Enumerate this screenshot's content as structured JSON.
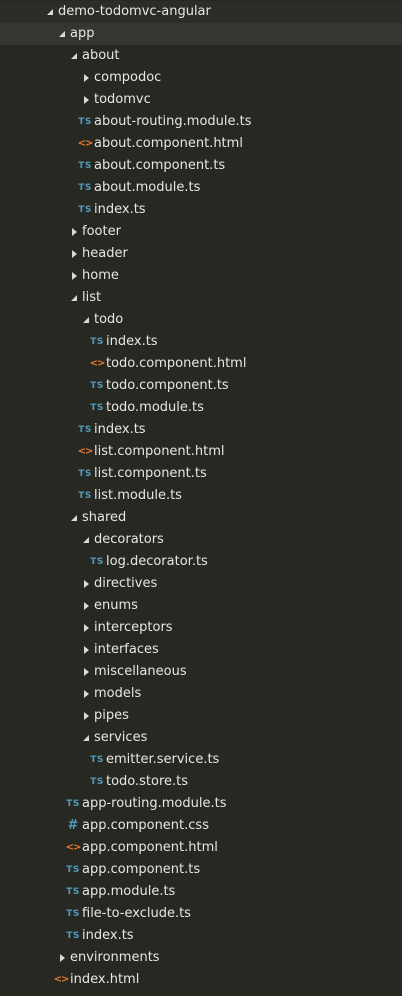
{
  "explorer": {
    "colors": {
      "background": "#272822",
      "text": "#e6e6e6",
      "ts_icon": "#519aba",
      "html_icon": "#e37933",
      "css_icon": "#519aba"
    },
    "items": [
      {
        "depth": 0,
        "type": "folder",
        "state": "open",
        "label": "demo-todomvc-angular",
        "root": true
      },
      {
        "depth": 1,
        "type": "folder",
        "state": "open",
        "label": "app",
        "highlight": true
      },
      {
        "depth": 2,
        "type": "folder",
        "state": "open",
        "label": "about"
      },
      {
        "depth": 3,
        "type": "folder",
        "state": "closed",
        "label": "compodoc"
      },
      {
        "depth": 3,
        "type": "folder",
        "state": "closed",
        "label": "todomvc"
      },
      {
        "depth": 3,
        "type": "ts",
        "icon_text": "TS",
        "label": "about-routing.module.ts"
      },
      {
        "depth": 3,
        "type": "html",
        "icon_text": "<>",
        "label": "about.component.html"
      },
      {
        "depth": 3,
        "type": "ts",
        "icon_text": "TS",
        "label": "about.component.ts"
      },
      {
        "depth": 3,
        "type": "ts",
        "icon_text": "TS",
        "label": "about.module.ts"
      },
      {
        "depth": 3,
        "type": "ts",
        "icon_text": "TS",
        "label": "index.ts"
      },
      {
        "depth": 2,
        "type": "folder",
        "state": "closed",
        "label": "footer"
      },
      {
        "depth": 2,
        "type": "folder",
        "state": "closed",
        "label": "header"
      },
      {
        "depth": 2,
        "type": "folder",
        "state": "closed",
        "label": "home"
      },
      {
        "depth": 2,
        "type": "folder",
        "state": "open",
        "label": "list"
      },
      {
        "depth": 3,
        "type": "folder",
        "state": "open",
        "label": "todo"
      },
      {
        "depth": 4,
        "type": "ts",
        "icon_text": "TS",
        "label": "index.ts"
      },
      {
        "depth": 4,
        "type": "html",
        "icon_text": "<>",
        "label": "todo.component.html"
      },
      {
        "depth": 4,
        "type": "ts",
        "icon_text": "TS",
        "label": "todo.component.ts"
      },
      {
        "depth": 4,
        "type": "ts",
        "icon_text": "TS",
        "label": "todo.module.ts"
      },
      {
        "depth": 3,
        "type": "ts",
        "icon_text": "TS",
        "label": "index.ts"
      },
      {
        "depth": 3,
        "type": "html",
        "icon_text": "<>",
        "label": "list.component.html"
      },
      {
        "depth": 3,
        "type": "ts",
        "icon_text": "TS",
        "label": "list.component.ts"
      },
      {
        "depth": 3,
        "type": "ts",
        "icon_text": "TS",
        "label": "list.module.ts"
      },
      {
        "depth": 2,
        "type": "folder",
        "state": "open",
        "label": "shared"
      },
      {
        "depth": 3,
        "type": "folder",
        "state": "open",
        "label": "decorators"
      },
      {
        "depth": 4,
        "type": "ts",
        "icon_text": "TS",
        "label": "log.decorator.ts"
      },
      {
        "depth": 3,
        "type": "folder",
        "state": "closed",
        "label": "directives"
      },
      {
        "depth": 3,
        "type": "folder",
        "state": "closed",
        "label": "enums"
      },
      {
        "depth": 3,
        "type": "folder",
        "state": "closed",
        "label": "interceptors"
      },
      {
        "depth": 3,
        "type": "folder",
        "state": "closed",
        "label": "interfaces"
      },
      {
        "depth": 3,
        "type": "folder",
        "state": "closed",
        "label": "miscellaneous"
      },
      {
        "depth": 3,
        "type": "folder",
        "state": "closed",
        "label": "models"
      },
      {
        "depth": 3,
        "type": "folder",
        "state": "closed",
        "label": "pipes"
      },
      {
        "depth": 3,
        "type": "folder",
        "state": "open",
        "label": "services"
      },
      {
        "depth": 4,
        "type": "ts",
        "icon_text": "TS",
        "label": "emitter.service.ts"
      },
      {
        "depth": 4,
        "type": "ts",
        "icon_text": "TS",
        "label": "todo.store.ts"
      },
      {
        "depth": 2,
        "type": "ts",
        "icon_text": "TS",
        "label": "app-routing.module.ts"
      },
      {
        "depth": 2,
        "type": "css",
        "icon_text": "#",
        "label": "app.component.css"
      },
      {
        "depth": 2,
        "type": "html",
        "icon_text": "<>",
        "label": "app.component.html"
      },
      {
        "depth": 2,
        "type": "ts",
        "icon_text": "TS",
        "label": "app.component.ts"
      },
      {
        "depth": 2,
        "type": "ts",
        "icon_text": "TS",
        "label": "app.module.ts"
      },
      {
        "depth": 2,
        "type": "ts",
        "icon_text": "TS",
        "label": "file-to-exclude.ts"
      },
      {
        "depth": 2,
        "type": "ts",
        "icon_text": "TS",
        "label": "index.ts"
      },
      {
        "depth": 1,
        "type": "folder",
        "state": "closed",
        "label": "environments"
      },
      {
        "depth": 1,
        "type": "html",
        "icon_text": "<>",
        "label": "index.html"
      }
    ]
  }
}
